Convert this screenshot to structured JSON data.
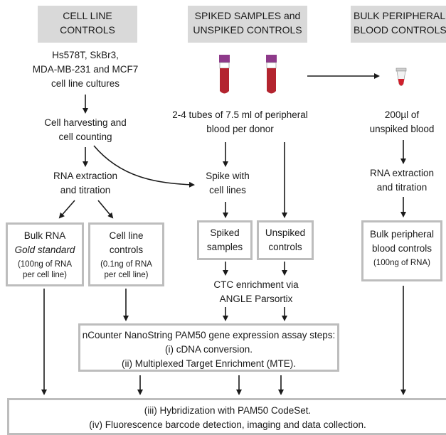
{
  "headers": {
    "cell_line": [
      "CELL LINE",
      "CONTROLS"
    ],
    "spiked": [
      "SPIKED SAMPLES and",
      "UNSPIKED CONTROLS"
    ],
    "bulk": [
      "BULK PERIPHERAL",
      "BLOOD CONTROLS"
    ]
  },
  "cell_line_col": {
    "cultures": [
      "Hs578T, SkBr3,",
      "MDA-MB-231 and MCF7",
      "cell line cultures"
    ],
    "harvesting": [
      "Cell harvesting and",
      "cell counting"
    ],
    "rna_extraction": [
      "RNA extraction",
      "and titration"
    ],
    "bulk_rna_box": {
      "title": "Bulk RNA",
      "subtitle": "Gold standard",
      "note": [
        "(100ng of RNA",
        "per cell line)"
      ]
    },
    "controls_box": {
      "title": [
        "Cell line",
        "controls"
      ],
      "note": [
        "(0.1ng of RNA",
        "per cell line)"
      ]
    }
  },
  "spiked_col": {
    "tubes_text": [
      "2-4 tubes of 7.5 ml of peripheral",
      "blood per donor"
    ],
    "spike_with": [
      "Spike with",
      "cell lines"
    ],
    "spiked_box": [
      "Spiked",
      "samples"
    ],
    "unspiked_box": [
      "Unspiked",
      "controls"
    ],
    "ctc": [
      "CTC enrichment via",
      "ANGLE Parsortix"
    ]
  },
  "bulk_col": {
    "unspiked_blood": [
      "200µl of",
      "unspiked blood"
    ],
    "rna_extraction": [
      "RNA extraction",
      "and titration"
    ],
    "box": {
      "title": [
        "Bulk peripheral",
        "blood controls"
      ],
      "note": "(100ng of RNA)"
    }
  },
  "nanostring_box": [
    "nCounter NanoString PAM50 gene expression assay steps:",
    "(i) cDNA conversion.",
    "(ii) Multiplexed Target Enrichment (MTE)."
  ],
  "final_box": [
    "(iii) Hybridization with PAM50 CodeSet.",
    "(iv) Fluorescence barcode detection, imaging and data collection."
  ],
  "colors": {
    "tube_cap": "#8e3a8a",
    "tube_blood": "#b3242f",
    "box_border": "#bdbdbd",
    "header_bg": "#d9d9d9"
  }
}
